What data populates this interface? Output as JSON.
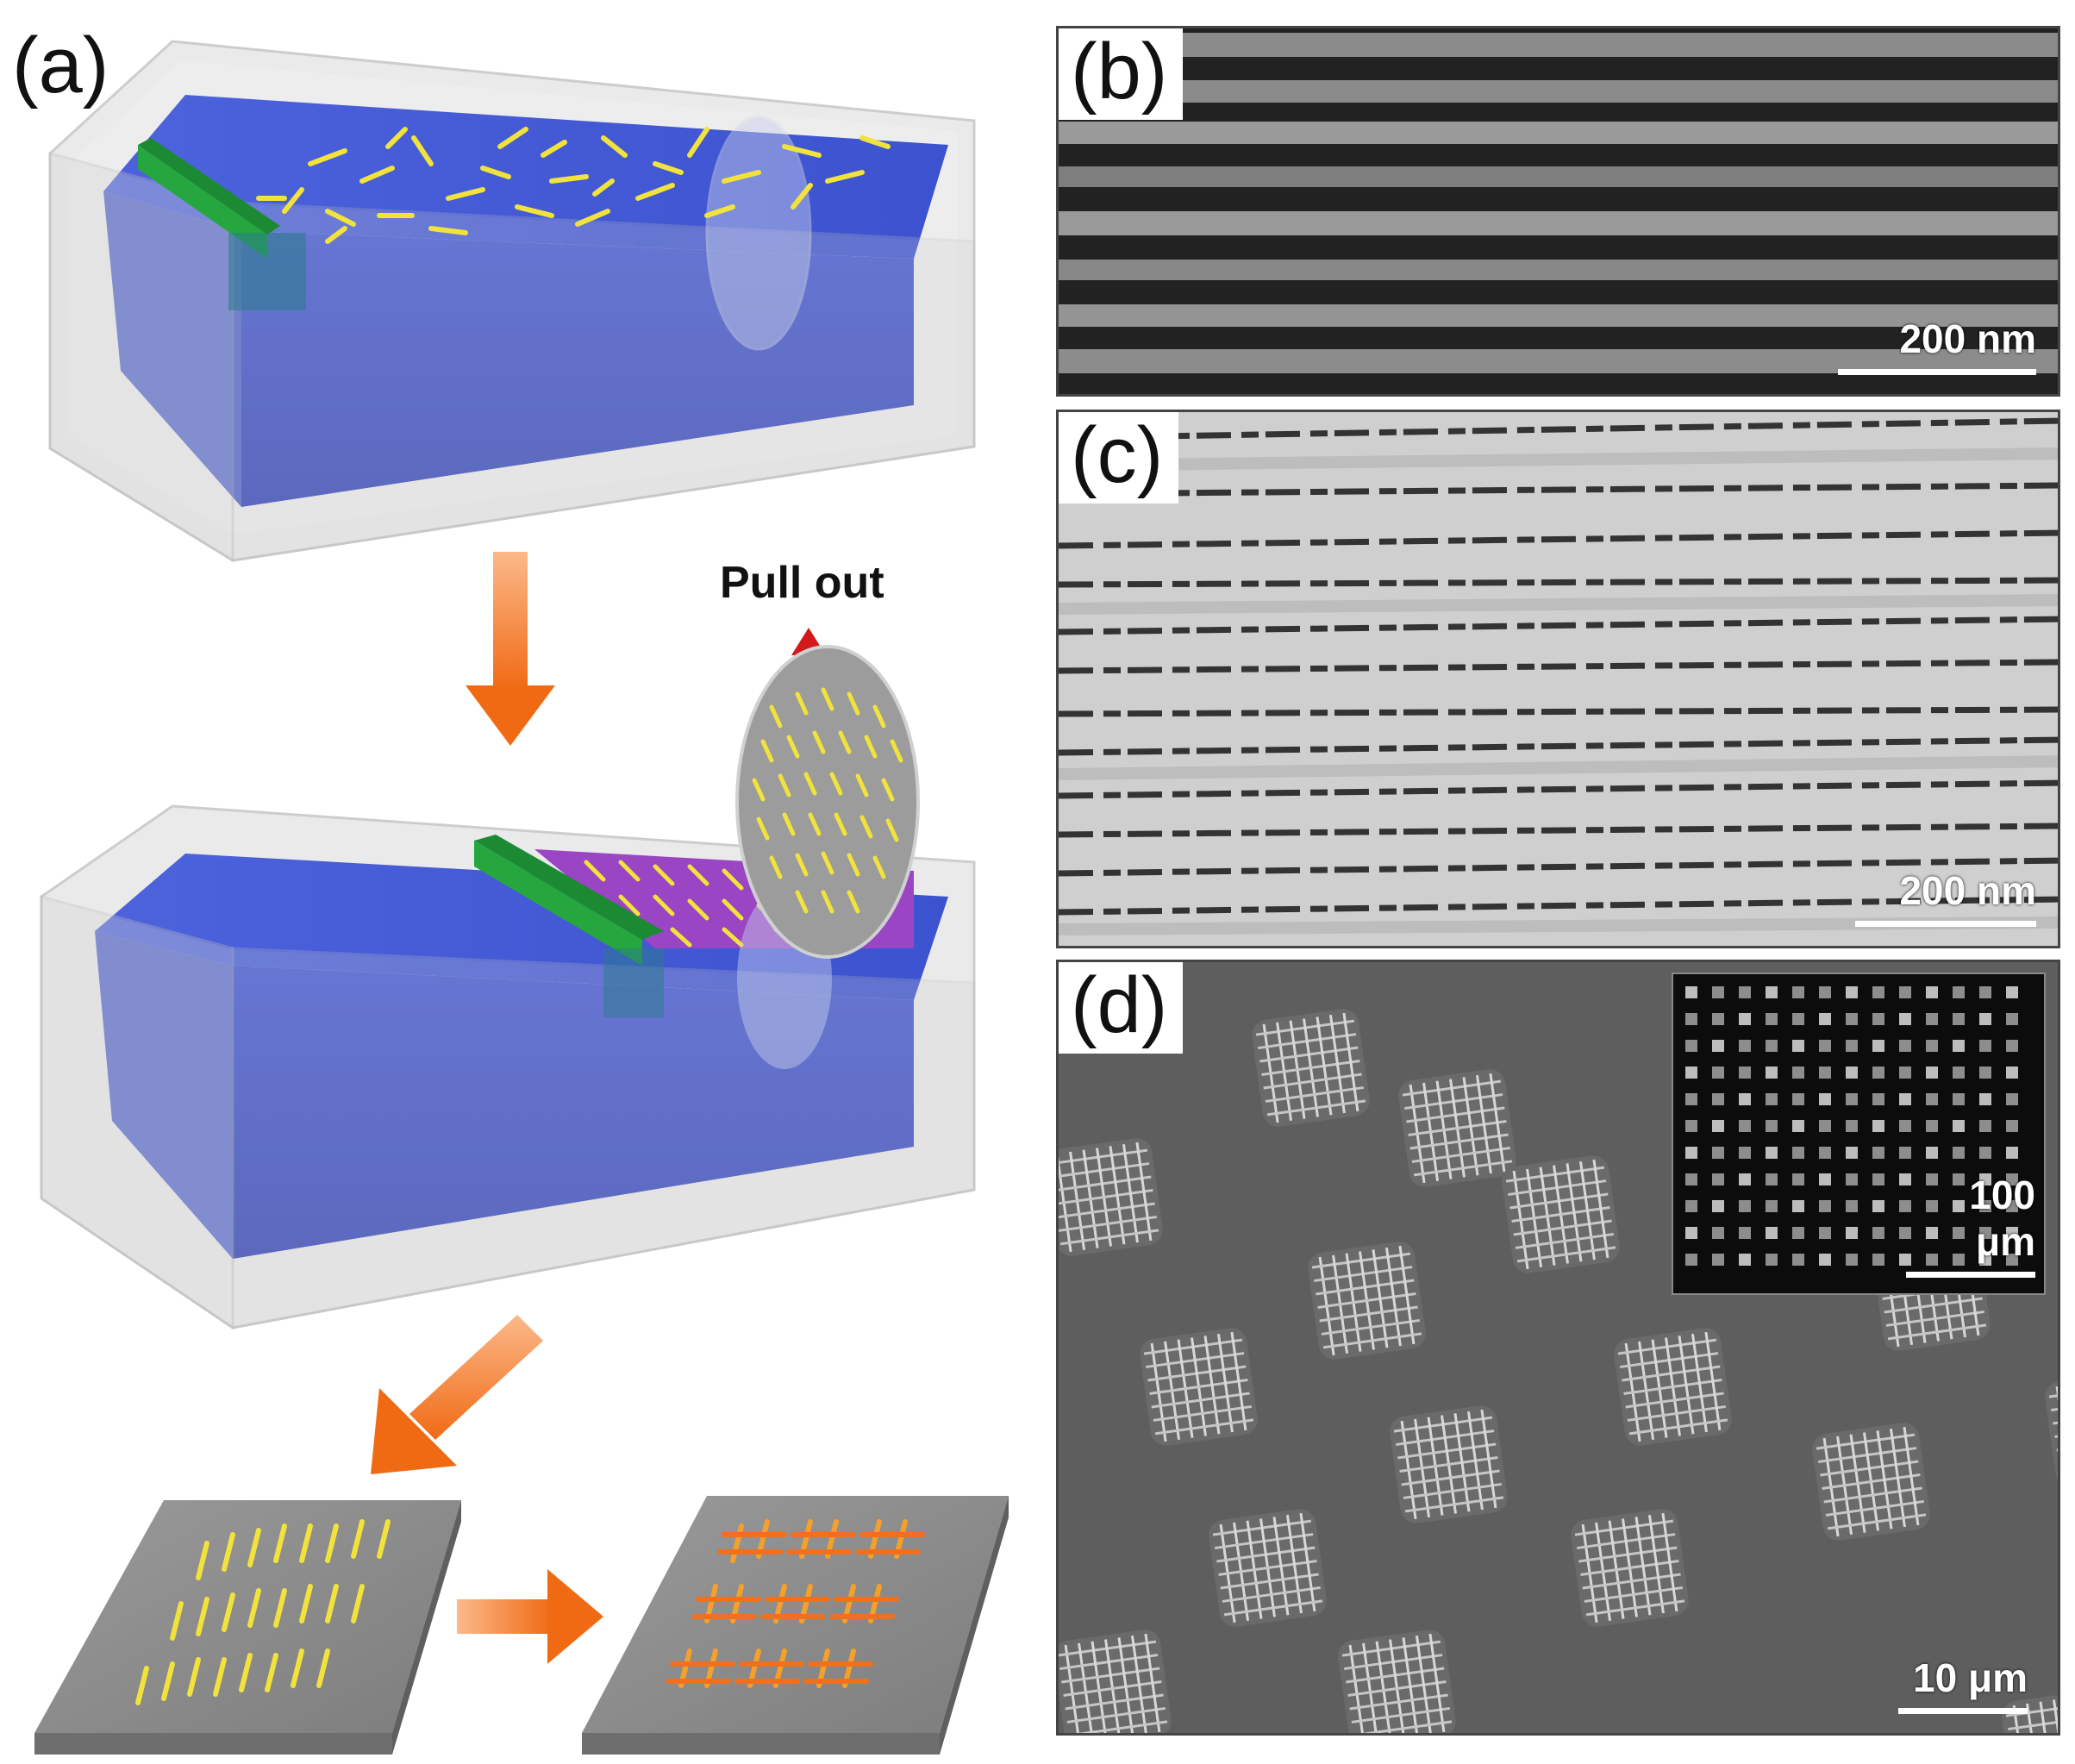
{
  "panels": {
    "a": {
      "label": "(a)",
      "annotation": "Pull out"
    },
    "b": {
      "label": "(b)",
      "scale": "200 nm"
    },
    "c": {
      "label": "(c)",
      "scale": "200 nm"
    },
    "d": {
      "label": "(d)",
      "scale": "10 μm",
      "inset_scale": "100 μm"
    }
  },
  "colors": {
    "water": "#3d52c8",
    "trough_glass": "#d8d8d8",
    "barrier": "#1f9a3a",
    "nanowire": "#f5e63a",
    "arrow": "#f27a22",
    "pull_arrow": "#d21a1a",
    "substrate": "#8a8a8a"
  }
}
